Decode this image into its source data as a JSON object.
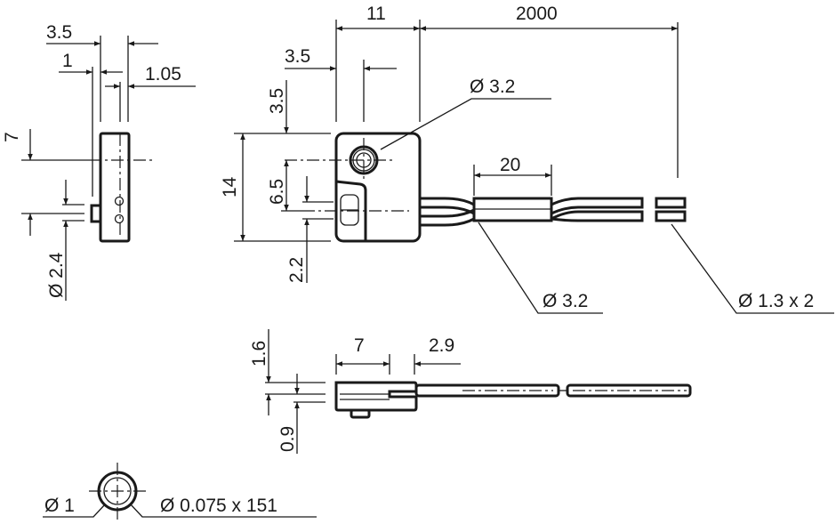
{
  "labels": {
    "side_width": "3.5",
    "side_offset": "1",
    "side_lens_offset": "1.05",
    "side_height": "7",
    "side_lens_diameter": "Ø 2.4",
    "front_width": "11",
    "cable_length": "2000",
    "hole_offset_x": "3.5",
    "hole_offset_y": "3.5",
    "front_height": "14",
    "lens_spacing": "6.5",
    "lens_offset": "2.2",
    "hole_diameter": "Ø 3.2",
    "sleeve_length": "20",
    "sleeve_diameter": "Ø 3.2",
    "fiber_diameter": "Ø 1.3 x 2",
    "top_length": "7",
    "top_slot": "2.9",
    "top_thickness": "1.6",
    "top_offset": "0.9",
    "fiber_outer": "Ø 1",
    "fiber_core": "Ø 0.075 x 151"
  },
  "colors": {
    "line": "#1a1a1a",
    "background": "#ffffff"
  }
}
